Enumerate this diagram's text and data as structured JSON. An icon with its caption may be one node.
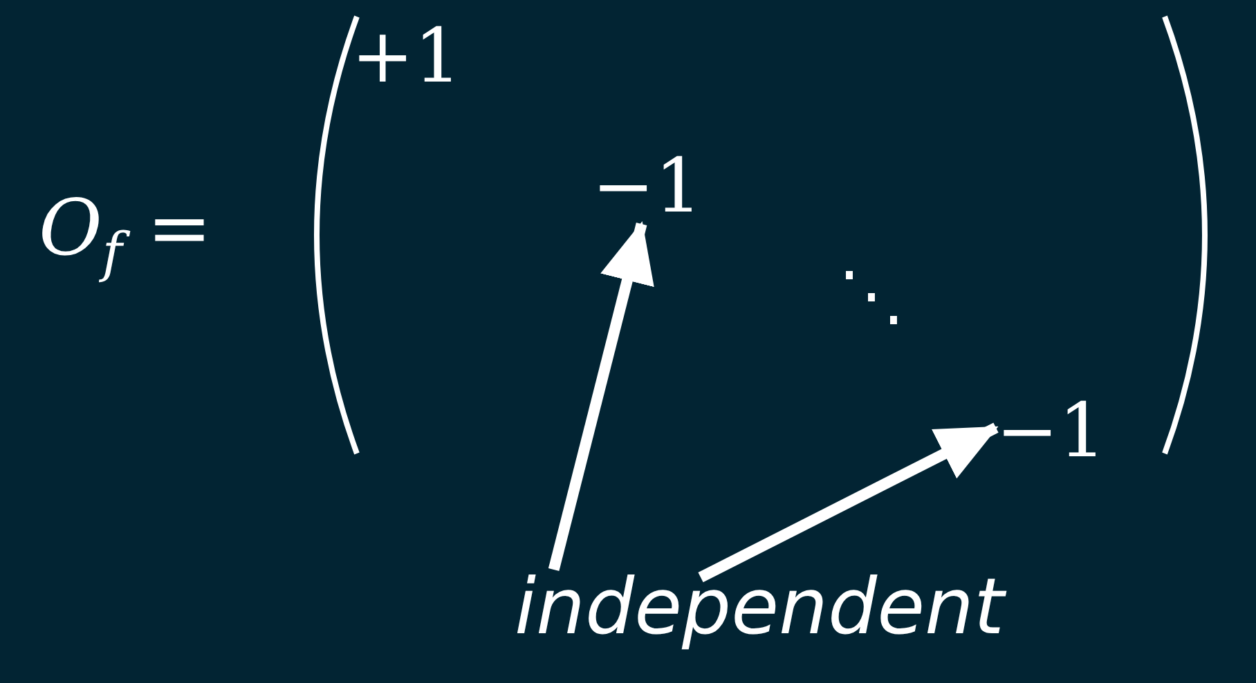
{
  "diagram": {
    "nodes": [
      {
        "text": [
          "independent"
        ]
      },
      {
        "text": [
          "−1"
        ]
      },
      {
        "text": [
          "−1"
        ]
      }
    ],
    "edges": [
      {
        "from": 0,
        "to": 1,
        "arrow": "to"
      },
      {
        "from": 0,
        "to": 2,
        "arrow": "to"
      }
    ],
    "labels": [
      "*O*$_{f}$ =",
      "+1",
      "⋱"
    ]
  }
}
